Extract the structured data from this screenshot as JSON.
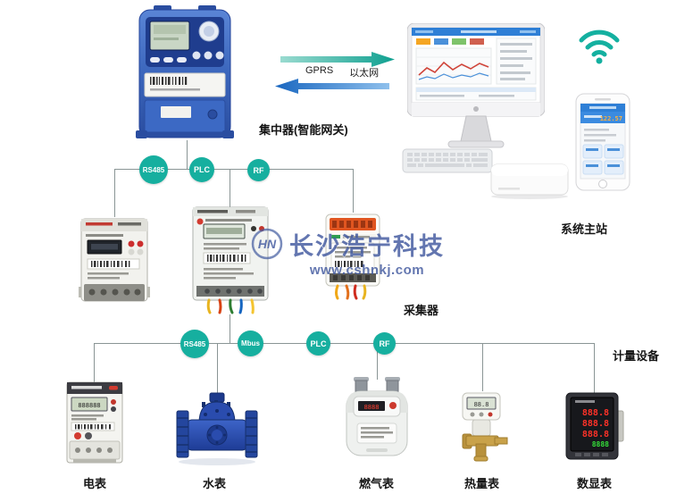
{
  "watermark": {
    "logo_text": "HN",
    "title": "长沙浩宁科技",
    "url": "www.cshnkj.com"
  },
  "gateway": {
    "label": "集中器(智能网关)"
  },
  "links": {
    "gprs": "GPRS",
    "ethernet": "以太网"
  },
  "master_station": {
    "label": "系统主站",
    "phone_value": "122.57"
  },
  "collector": {
    "label": "采集器"
  },
  "metering": {
    "label": "计量设备"
  },
  "bus1": {
    "nodes": [
      "RS485",
      "PLC",
      "RF"
    ]
  },
  "bus2": {
    "nodes": [
      "RS485",
      "Mbus",
      "PLC",
      "RF"
    ]
  },
  "devices": [
    {
      "label": "电表",
      "lcd": "888888"
    },
    {
      "label": "水表"
    },
    {
      "label": "燃气表",
      "lcd": "8888"
    },
    {
      "label": "热量表",
      "lcd": "88.8"
    },
    {
      "label": "数显表",
      "leds": [
        "888.8",
        "888.8",
        "888.8"
      ],
      "led_green": "8888"
    }
  ],
  "colors": {
    "badge": "#16af9f",
    "line": "#8a9595",
    "arrow_teal": "#0fa090",
    "arrow_blue": "#1a67c0",
    "watermark": "#41599f"
  }
}
